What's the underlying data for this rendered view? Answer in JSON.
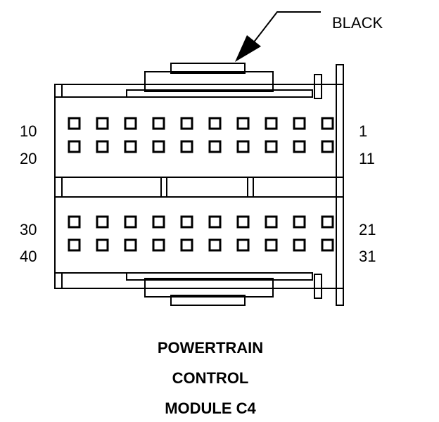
{
  "connector": {
    "color_label": "BLACK",
    "pin_labels": {
      "left": [
        "10",
        "20",
        "30",
        "40"
      ],
      "right": [
        "1",
        "11",
        "21",
        "31"
      ]
    },
    "title_lines": [
      "POWERTRAIN",
      "CONTROL",
      "MODULE C4"
    ],
    "pin_rows": 4,
    "pins_per_row": 10
  },
  "colors": {
    "line": "#000000",
    "background": "#ffffff"
  }
}
